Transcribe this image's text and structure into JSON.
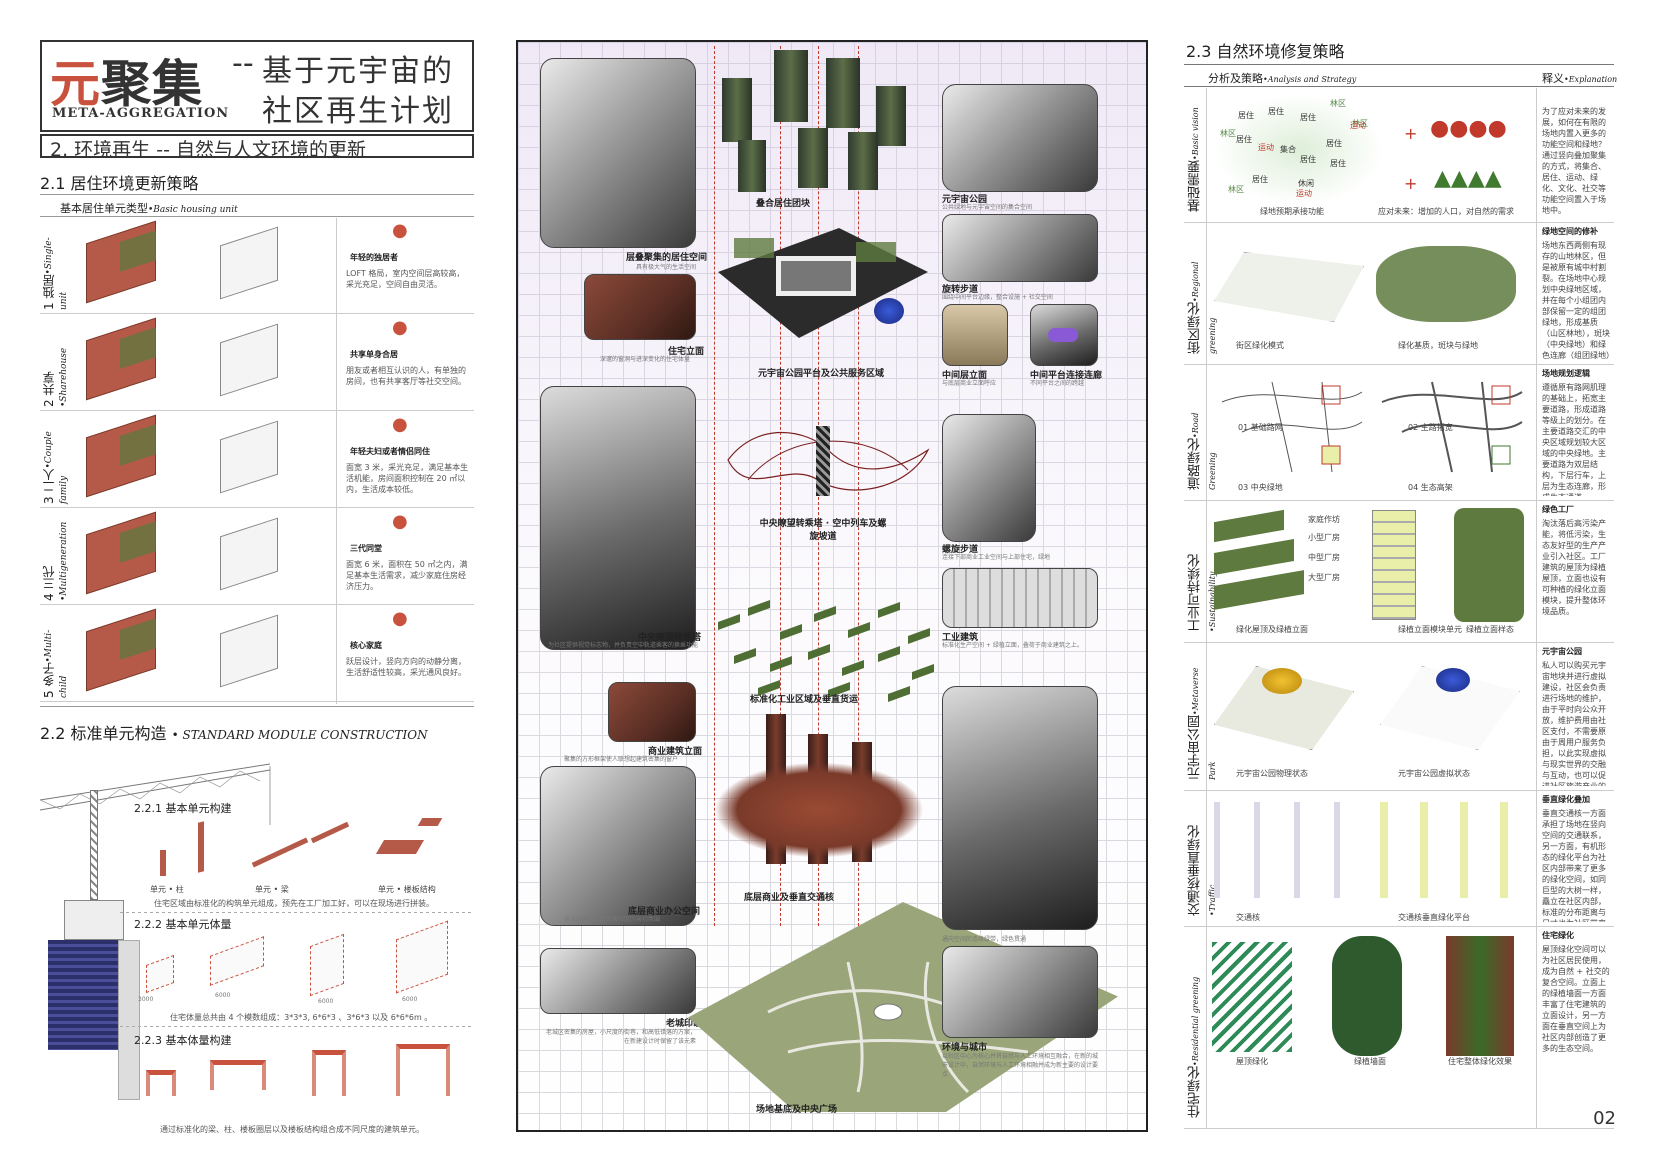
{
  "title": {
    "char1": "元",
    "chars": "聚集",
    "dash": "--",
    "line1": "基于元宇宙的",
    "line2": "社区再生计划",
    "en": "META-AGGREGATION"
  },
  "section": "2. 环境再生 -- 自然与人文环境的更新",
  "s21": {
    "heading": "2.1 居住环境更新策略",
    "sub": "基本居住单元类型",
    "sub_en": "•Basic housing unit",
    "rows": [
      {
        "label": "1 独居",
        "en": "•Single-unit",
        "title": "年轻的独居者",
        "desc": "LOFT 格局，室内空间层高较高，采光充足，空间自由灵活。"
      },
      {
        "label": "2 共享",
        "en": "•Sharehouse",
        "title": "共享单身合居",
        "desc": "朋友或者相互认识的人，有单独的房间，也有共享客厅等社交空间。"
      },
      {
        "label": "3 二人",
        "en": "•Couple family",
        "title": "年轻夫妇或者情侣同住",
        "desc": "面宽 3 米，采光充足，满足基本生活机能，房间面积控制在 20 ㎡以内，生活成本较低。"
      },
      {
        "label": "4 三代",
        "en": "•Multigeneration",
        "title": "三代同堂",
        "desc": "面宽 6 米，面积在 50 ㎡之内，满足基本生活需求，减少家庭住房经济压力。"
      },
      {
        "label": "5 多子",
        "en": "•Multi-child",
        "title": "核心家庭",
        "desc": "跃层设计，竖向方向的动静分离，生活舒适性较高，采光通风良好。"
      }
    ]
  },
  "s22": {
    "heading": "2.2 标准单元构造",
    "heading_en": "• STANDARD MODULE CONSTRUCTION",
    "s1": "2.2.1 基本单元构建",
    "c_col": "单元 • 柱",
    "c_beam": "单元 • 梁",
    "c_slab": "单元 • 楼板结构",
    "d1": "住宅区域由标准化的构筑单元组成，预先在工厂加工好，可以在现场进行拼装。",
    "s2": "2.2.2 基本单元体量",
    "d2": "住宅体量总共由 4 个模数组成：3*3*3, 6*6*3 、3*6*3 以及 6*6*6m 。",
    "s3": "2.2.3 基本体量构建",
    "d3": "通过标准化的梁、柱、楼板圈层以及楼板结构组合成不同尺度的建筑单元。",
    "dims": [
      "3000",
      "3000",
      "3000",
      "6000",
      "3000",
      "6000",
      "3000",
      "3000",
      "6000",
      "6000",
      "6000",
      "3000"
    ]
  },
  "mid": {
    "stack": "层叠聚集的居住空间",
    "stack_s": "具有极大气的生活空间",
    "facade": "住宅立面",
    "facade_s": "深邃的窗洞与进深变化的住宅体量",
    "cluster": "叠合居住团块",
    "platform": "元宇宙公园平台及公共服务区域",
    "park": "元宇宙公园",
    "park_s": "公共绿地与元宇宙空间的集合空间",
    "stair": "旋转步道",
    "stair_s": "围绕中间平台边缘，整合设施 + 社交空间",
    "mid1": "中间层立面",
    "mid1_s": "与底层商业立面呼应",
    "mid2": "中间平台连接连廊",
    "mid2_s": "不同平台之间的跨越",
    "tower": "中央瞭望转乘塔 · 空中列车及螺旋坡道",
    "tower2": "中央瞭望转乘塔",
    "tower2_s": "为社区提供视觉标志物，并负责空中轨道乘客的换乘功能",
    "spiral": "螺旋步道",
    "spiral_s": "连接下部商业工业空间与上部住宅，绿地",
    "module": "标准化工业区域及垂直货运",
    "industry": "工业建筑",
    "industry_s": "标准化生产空间 + 绿植立面，叠荷于商业建筑之上。",
    "shop": "商业建筑立面",
    "shop_s": "聚集的方形框架使人联想起建筑密集的窗户",
    "base": "底层商业及垂直交通核",
    "office": "底层商业办公空间",
    "office_s": "宜人的建筑尺度保留社区的亲切氛围",
    "old": "老城印象",
    "old_s": "老城区密集的房屋，小尺度的街巷，和高低错落的方案，在新建设计时保留了该元素",
    "green_s": "通向空间的连续绿带，绿色贯通",
    "env": "环境与城市",
    "env_s": "以社区中心为核心并将自然与人工环境相互融合，在新的城市设计中，自然环境与人工环境相融并成为新主要的设计要点",
    "site": "场地基底及中央广场"
  },
  "s23": {
    "heading": "2.3 自然环境修复策略",
    "col1": "分析及策略",
    "col1_en": "•Analysis and Strategy",
    "col2": "释义",
    "col2_en": "•Explanation",
    "rows": [
      {
        "label": "基础需要",
        "en": "•Basic vision",
        "c1": "绿地预期承接功能",
        "c2": "应对未来：增加的人口，对自然的需求",
        "title": "",
        "text": "为了应对未来的发展，如何在有限的场地内置入更多的功能空间和绿地？通过竖向叠加聚集的方式，将集合、居住、运动、绿化、文化、社交等功能空间置入于场地中。"
      },
      {
        "label": "街区绿化",
        "en": "•Regional greening",
        "c1": "街区绿化模式",
        "c2": "绿化基质，斑块与绿地",
        "title": "绿地空间的修补",
        "text": "场地东西两侧有现存的山地林区，但是被原有城中村割裂。在场地中心规划中央绿地区域，并在每个小组团内部保留一定的组团绿地，形成基质（山区林地），斑块（中央绿地）和绿色连廊（组团绿地）的有机整体"
      },
      {
        "label": "道路绿化",
        "en": "•Road Greening",
        "c1": "01 基础路网",
        "c2": "02 主路拓宽",
        "c3": "03 中央绿地",
        "c4": "04 生态高架",
        "title": "场地规划逻辑",
        "text": "遵循原有路网肌理的基础上，拓宽主要道路，形成道路等级上的划分。在主要道路交汇的中央区域规划较大区域的中央绿地。主要道路为双层结构，下层行车，上层为生态连廊，形成生态通道。"
      },
      {
        "label": "工业可持续化",
        "en": "•Sustainability",
        "c1": "绿化屋顶及绿植立面",
        "c2": "绿植立面模块单元",
        "c3": "绿植立面样态",
        "l1": "家庭作坊",
        "l2": "小型厂房",
        "l3": "中型厂房",
        "l4": "大型厂房",
        "title": "绿色工厂",
        "text": "淘汰落后高污染产能，将低污染，生态友好型的生产产业引入社区。工厂建筑的屋顶为绿植屋顶，立面也设有可种植的绿化立面模块，提升整体环境品质。"
      },
      {
        "label": "元宇宙公园",
        "en": "•Metaverse Park",
        "c1": "元宇宙公园物理状态",
        "c2": "元宇宙公园虚拟状态",
        "title": "元宇宙公园",
        "text": "私人可以购买元宇宙地块并进行虚拟建设，社区会负责进行场地的维护，由于平时向公众开放，维护费用由社区支付，不需要原由于周用户服务负担，以此实现虚拟与现实世界的交融与互动，也可以促进社区旅游产业的发展。"
      },
      {
        "label": "交通核垂直绿化",
        "en": "•Traffic",
        "c1": "交通核",
        "c2": "交通核垂直绿化平台",
        "title": "垂直绿化叠加",
        "text": "垂直交通核一方面承担了场地在竖向空间的交通联系，另一方面，有机形态的绿化平台为社区内部带来了更多的绿化空间，如同巨型的大树一样，矗立在社区内部，标准的分布距离与尺寸也为社区带来了空间的秩序感。"
      },
      {
        "label": "住宅绿化",
        "en": "•Residential greening",
        "c1": "屋顶绿化",
        "c2": "绿植墙面",
        "c3": "住宅整体绿化效果",
        "title": "住宅绿化",
        "text": "屋顶绿化空间可以为社区居民使用，成为自然 + 社交的复合空间。立面上的绿植墙面一方面丰富了住宅建筑的立面设计，另一方面在垂直空间上为社区内部创造了更多的生态空间。"
      }
    ],
    "map_labels": [
      "居住",
      "居住",
      "居住",
      "林区",
      "林区",
      "居住",
      "运动",
      "集合",
      "居住",
      "林区",
      "居住",
      "居住",
      "休闲",
      "运动",
      "林区",
      "居住",
      "运动"
    ]
  },
  "page": "02"
}
